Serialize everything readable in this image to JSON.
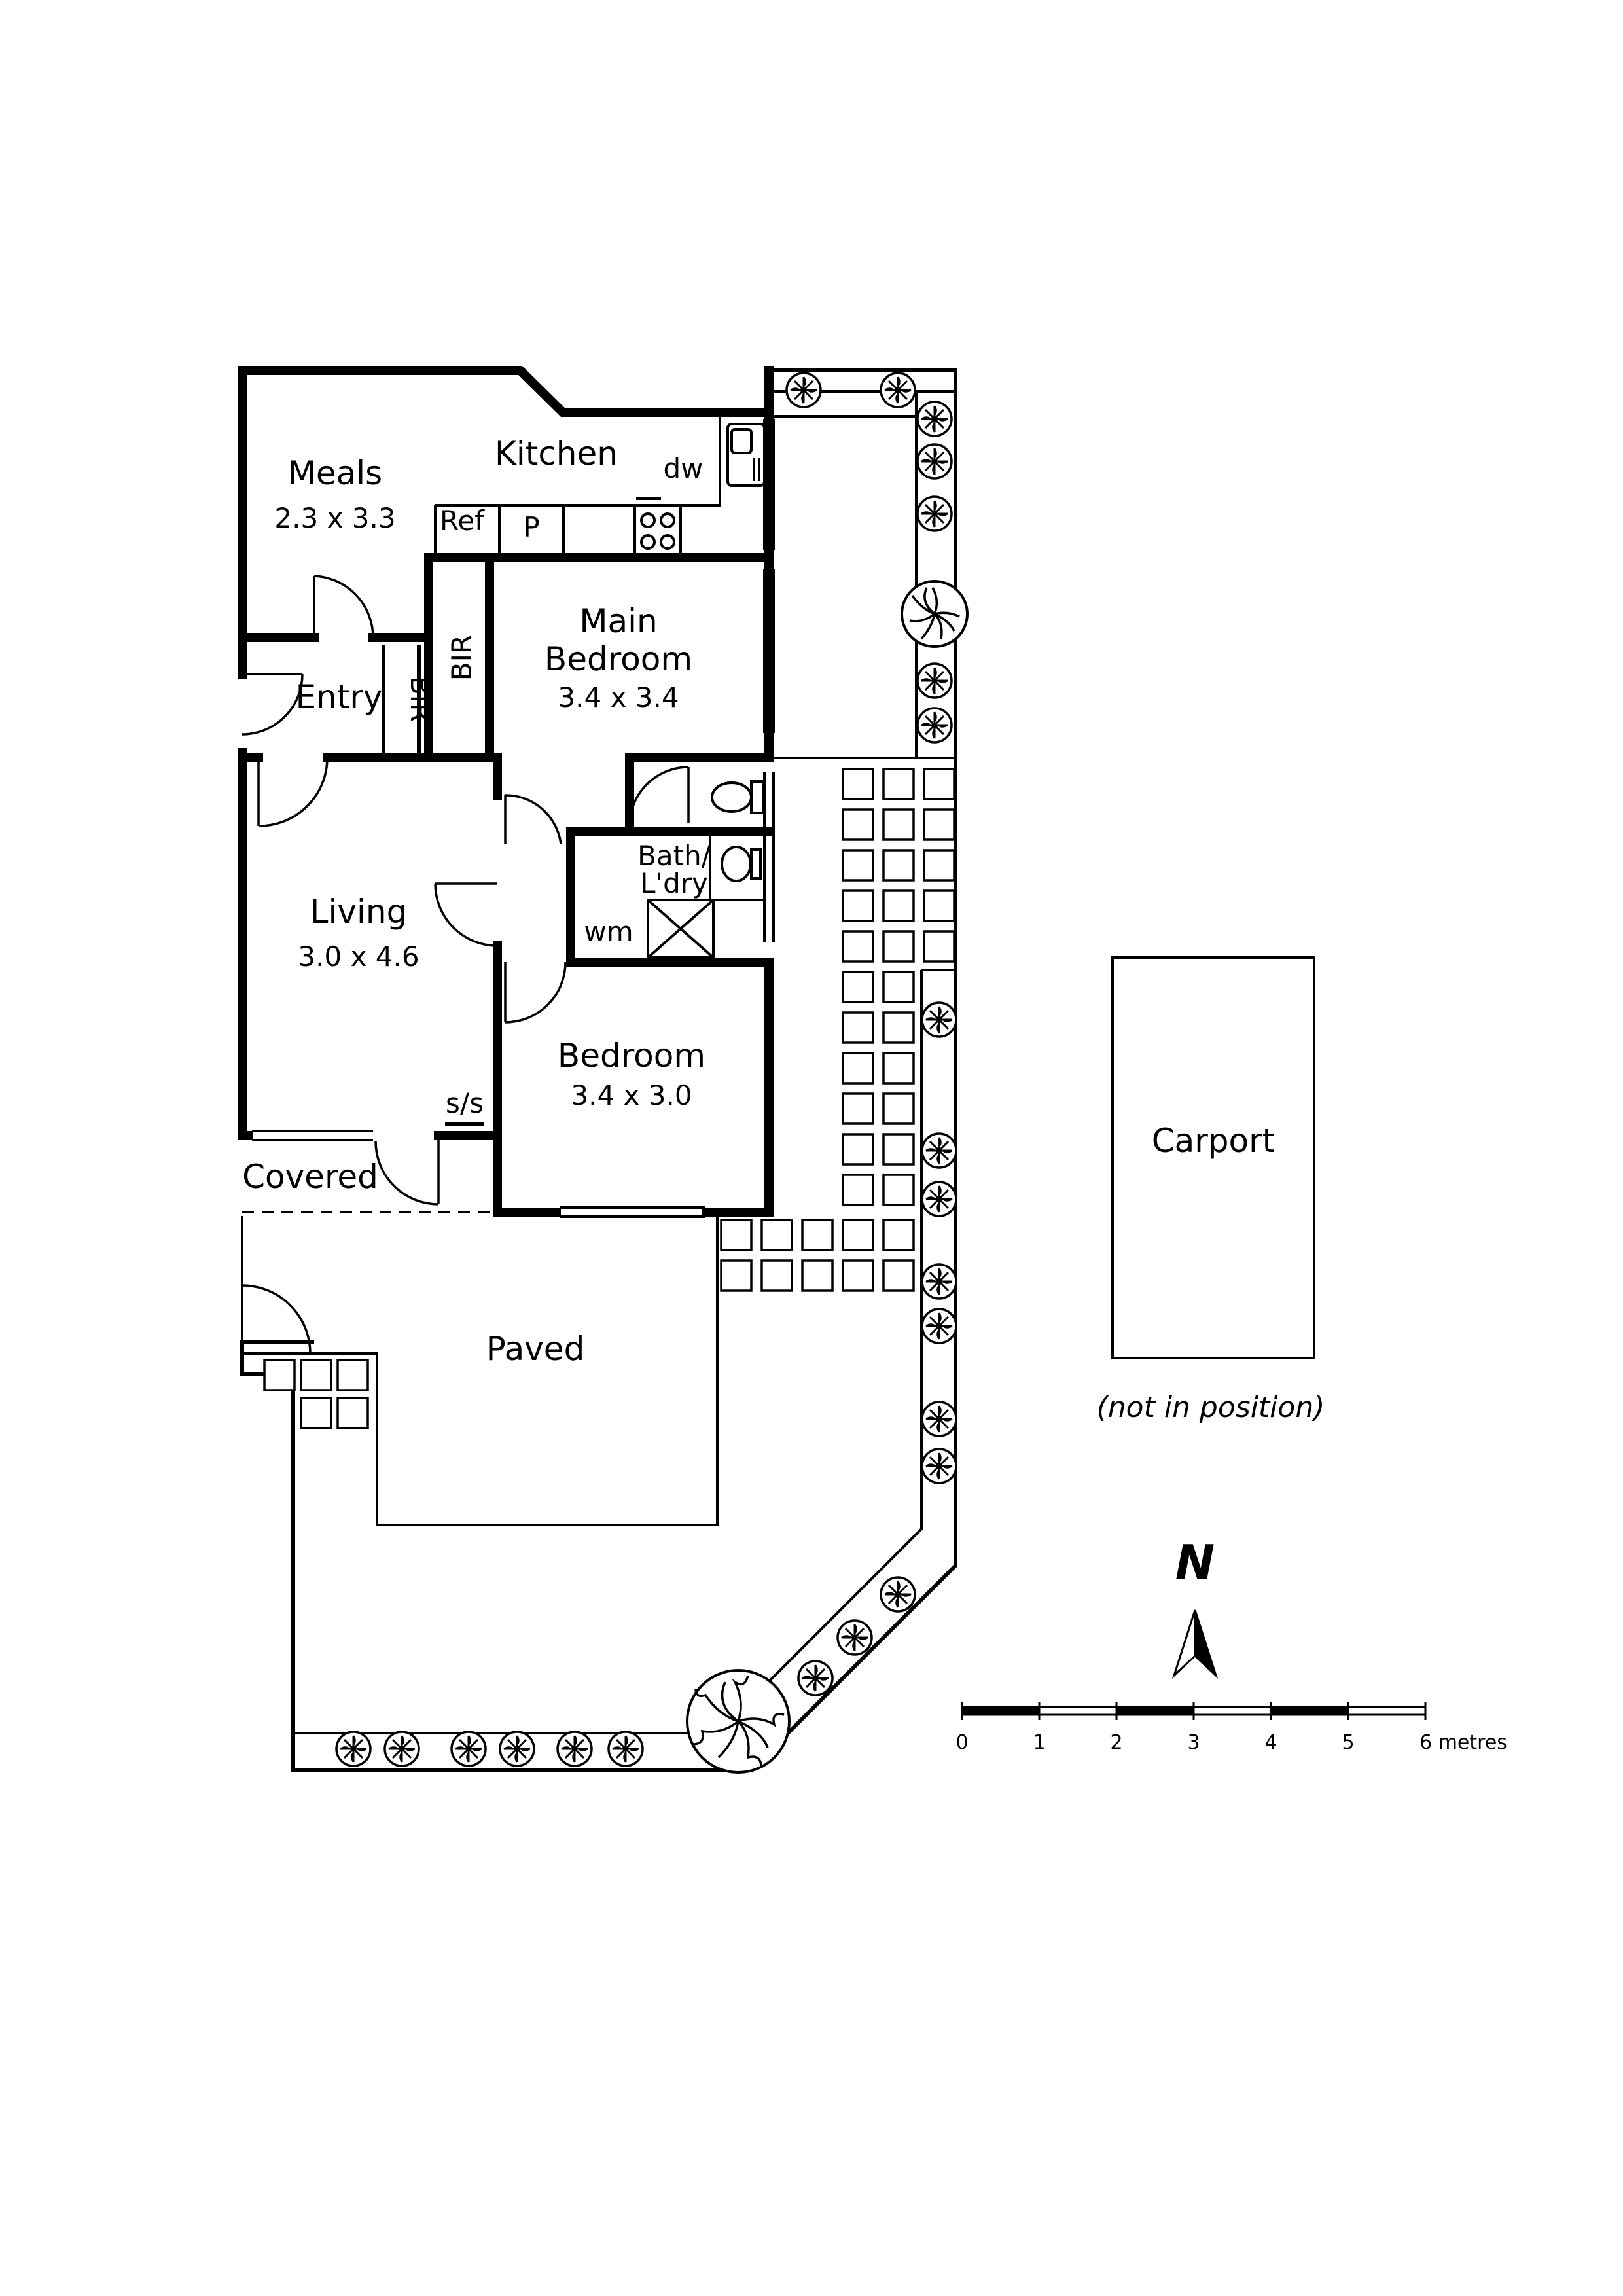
{
  "rooms": {
    "meals": {
      "name": "Meals",
      "size": "2.3 x 3.3"
    },
    "kitchen": {
      "name": "Kitchen"
    },
    "main_bedroom": {
      "name_line1": "Main",
      "name_line2": "Bedroom",
      "size": "3.4 x 3.4"
    },
    "entry": {
      "name": "Entry"
    },
    "living": {
      "name": "Living",
      "size": "3.0 x 4.6"
    },
    "bath_laundry": {
      "name_line1": "Bath/",
      "name_line2": "L'dry"
    },
    "bedroom": {
      "name": "Bedroom",
      "size": "3.4 x 3.0"
    },
    "covered": {
      "name": "Covered"
    },
    "paved": {
      "name": "Paved"
    },
    "carport": {
      "name": "Carport",
      "note": "(not in position)"
    }
  },
  "fixtures": {
    "dishwasher": "dw",
    "refrigerator": "Ref",
    "pantry": "P",
    "bir_main": "BIR",
    "bir_entry": "BIR",
    "washing_machine": "wm",
    "sliding_stacker": "s/s"
  },
  "compass": {
    "label": "N"
  },
  "scale_bar": {
    "ticks": [
      "0",
      "1",
      "2",
      "3",
      "4",
      "5",
      "6 metres"
    ]
  }
}
